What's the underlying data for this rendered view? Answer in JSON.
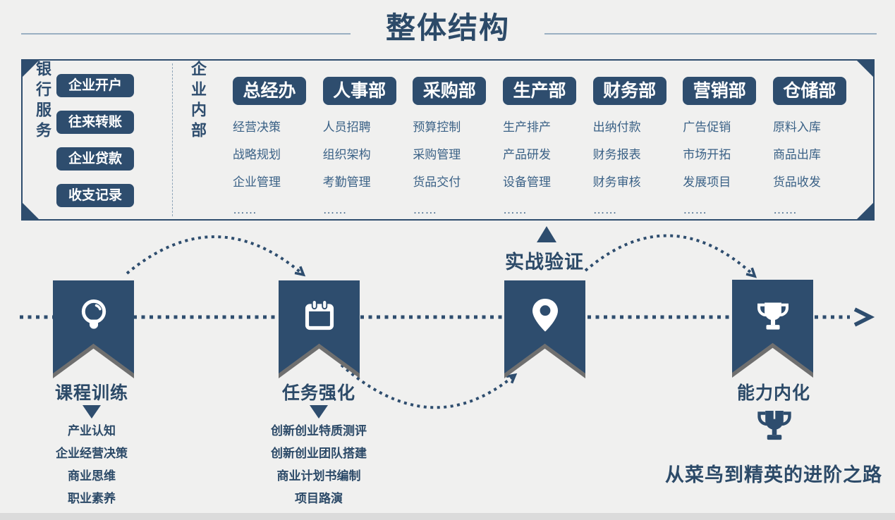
{
  "title": "整体结构",
  "org_box": {
    "bank": {
      "label": "银行服务",
      "items": [
        "企业开户",
        "往来转账",
        "企业贷款",
        "收支记录"
      ]
    },
    "internal_label": "企业内部",
    "departments": [
      {
        "name": "总经办",
        "items": [
          "经营决策",
          "战略规划",
          "企业管理",
          "……"
        ]
      },
      {
        "name": "人事部",
        "items": [
          "人员招聘",
          "组织架构",
          "考勤管理",
          "……"
        ]
      },
      {
        "name": "采购部",
        "items": [
          "预算控制",
          "采购管理",
          "货品交付",
          "……"
        ]
      },
      {
        "name": "生产部",
        "items": [
          "生产排产",
          "产品研发",
          "设备管理",
          "……"
        ]
      },
      {
        "name": "财务部",
        "items": [
          "出纳付款",
          "财务报表",
          "财务审核",
          "……"
        ]
      },
      {
        "name": "营销部",
        "items": [
          "广告促销",
          "市场开拓",
          "发展项目",
          "……"
        ]
      },
      {
        "name": "仓储部",
        "items": [
          "原料入库",
          "商品出库",
          "货品收发",
          "……"
        ]
      }
    ]
  },
  "timeline": {
    "stages": [
      {
        "label": "课程训练",
        "icon": "lightbulb-icon",
        "items": [
          "产业认知",
          "企业经营决策",
          "商业思维",
          "职业素养"
        ]
      },
      {
        "label": "任务强化",
        "icon": "calendar-icon",
        "items": [
          "创新创业特质测评",
          "创新创业团队搭建",
          "商业计划书编制",
          "项目路演"
        ]
      },
      {
        "label": "实战验证",
        "icon": "location-pin-icon",
        "items": []
      },
      {
        "label": "能力内化",
        "icon": "trophy-icon",
        "items": []
      }
    ],
    "final_slogan": "从菜鸟到精英的进阶之路"
  },
  "colors": {
    "navy": "#2E4D6E",
    "steel_text": "#3A6186",
    "background": "#F0F0EF",
    "ribbon_shadow": "#6F6F6F",
    "title_line": "#9AAFC2",
    "bottom_bar": "#DBDBDB"
  }
}
